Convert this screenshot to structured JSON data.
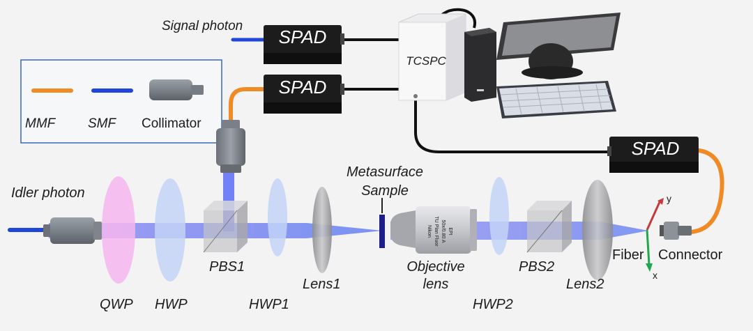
{
  "labels": {
    "signal_photon": "Signal photon",
    "idler_photon": "Idler photon",
    "spad": "SPAD",
    "tcspc": "TCSPC",
    "mmf": "MMF",
    "smf": "SMF",
    "collimator": "Collimator",
    "metasurface_line1": "Metasurface",
    "metasurface_line2": "Sample",
    "qwp": "QWP",
    "hwp": "HWP",
    "hwp1": "HWP1",
    "hwp2": "HWP2",
    "pbs1": "PBS1",
    "pbs2": "PBS2",
    "lens1": "Lens1",
    "lens2": "Lens2",
    "objective_line1": "Objective",
    "objective_line2": "lens",
    "fiber": "Fiber",
    "connector": "Connector",
    "axis_y": "y",
    "axis_x": "x"
  },
  "objective_engraving": [
    "Nikon",
    "TU Plan Fluor",
    "50x/0.80 A",
    "EPI"
  ],
  "colors": {
    "mmf": "#f08a24",
    "smf": "#1e46d8",
    "beam": "#5a6cf5",
    "qwp": "#f4b6ee",
    "waveplate": "#c3d4f7",
    "spad_box": "#1c1c1c"
  }
}
